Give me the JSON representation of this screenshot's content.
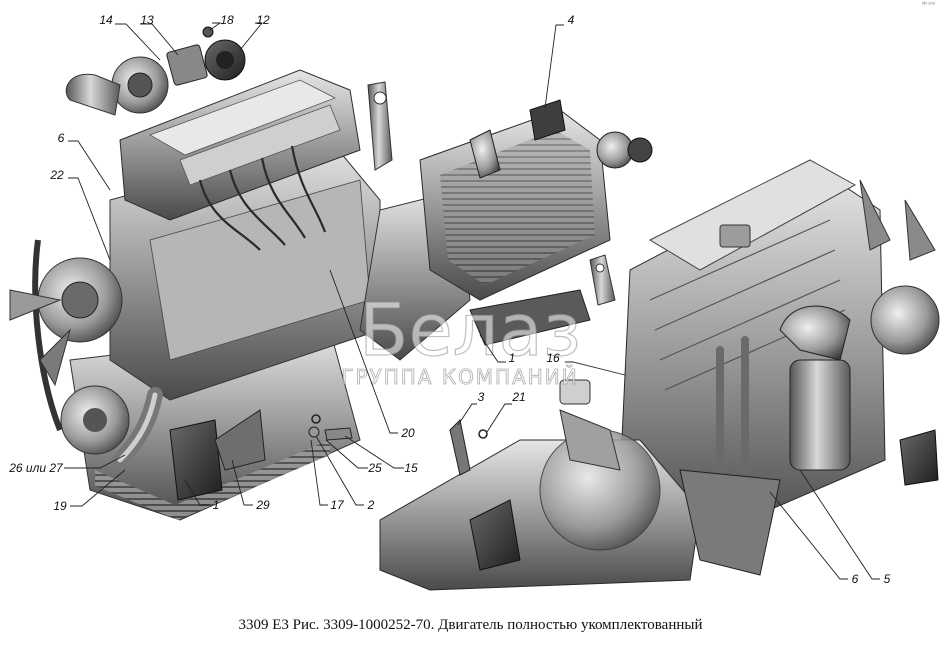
{
  "caption": "3309 Е3 Рис. 3309-1000252-70. Двигатель полностью укомплектованный",
  "corner_mark": "ᵒᴺ ᵒᵒᵒ",
  "watermark": {
    "brand": "Белаз",
    "subtitle": "ГРУППА КОМПАНИЙ"
  },
  "callouts": [
    {
      "id": "c14",
      "label": "14"
    },
    {
      "id": "c13",
      "label": "13"
    },
    {
      "id": "c18",
      "label": "18"
    },
    {
      "id": "c12",
      "label": "12"
    },
    {
      "id": "c4",
      "label": "4"
    },
    {
      "id": "c6a",
      "label": "6"
    },
    {
      "id": "c22",
      "label": "22"
    },
    {
      "id": "c1a",
      "label": "1"
    },
    {
      "id": "c16",
      "label": "16"
    },
    {
      "id": "c3",
      "label": "3"
    },
    {
      "id": "c21",
      "label": "21"
    },
    {
      "id": "c20",
      "label": "20"
    },
    {
      "id": "c26",
      "label": "26 или 27"
    },
    {
      "id": "c25",
      "label": "25"
    },
    {
      "id": "c15",
      "label": "15"
    },
    {
      "id": "c19",
      "label": "19"
    },
    {
      "id": "c1b",
      "label": "1"
    },
    {
      "id": "c29",
      "label": "29"
    },
    {
      "id": "c17",
      "label": "17"
    },
    {
      "id": "c2",
      "label": "2"
    },
    {
      "id": "c6b",
      "label": "6"
    },
    {
      "id": "c5",
      "label": "5"
    }
  ],
  "colors": {
    "metal_dark": "#3a3a3a",
    "metal_mid": "#8c8c8c",
    "metal_light": "#d4d4d4",
    "highlight": "#f2f2f2"
  }
}
